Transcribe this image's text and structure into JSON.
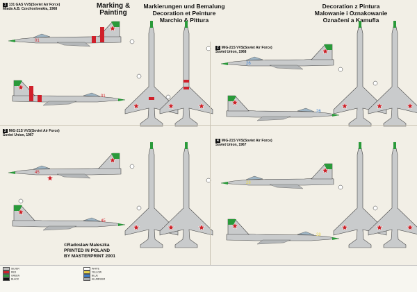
{
  "headings": {
    "en": "Marking & Painting",
    "de_fr_it": [
      "Markierungen und Bemalung",
      "Decoration et Peinture",
      "Marchio & Pittura"
    ],
    "pl_cz": [
      "Decoration z Pintura",
      "Malowanie i Oznakowanie",
      "Označení a Kamufla"
    ]
  },
  "variants": [
    {
      "num": "1",
      "title": [
        "131 GAS VVS(Soviet Air Force)",
        "Mlada A.B. Czechoslovakia, 1968"
      ],
      "code": "01"
    },
    {
      "num": "2",
      "title": [
        "MiG-21S VVS(Soviet Air Force)",
        "Soviet Union, 1968"
      ],
      "code": "26"
    },
    {
      "num": "3",
      "title": [
        "MiG-21S VVS(Soviet Air Force)",
        "Soviet Union, 1967"
      ],
      "code": "45"
    },
    {
      "num": "4",
      "title": [
        "MiG-21S VVS(Soviet Air Force)",
        "Soviet Union, 1967"
      ],
      "code": "28"
    }
  ],
  "credit": [
    "©Radoslaw Maleszka",
    "PRINTED IN POLAND",
    "BY MASTERPRINT 2001"
  ],
  "colors": {
    "metal": "#c9cbcc",
    "green": "#2a9a3a",
    "red": "#d0202a",
    "star": "#cc1f26"
  },
  "legend": [
    {
      "name": "SILVER",
      "hex": "#c0c0c0"
    },
    {
      "name": "RED",
      "hex": "#d0202a"
    },
    {
      "name": "GREEN",
      "hex": "#2a9a3a"
    },
    {
      "name": "BLACK",
      "hex": "#111111"
    },
    {
      "name": "WHITE",
      "hex": "#ffffff"
    },
    {
      "name": "YELLOW",
      "hex": "#e6d34a"
    },
    {
      "name": "BLUE",
      "hex": "#3a7ecf"
    },
    {
      "name": "ALUMINIUM",
      "hex": "#a9aeb2"
    }
  ]
}
